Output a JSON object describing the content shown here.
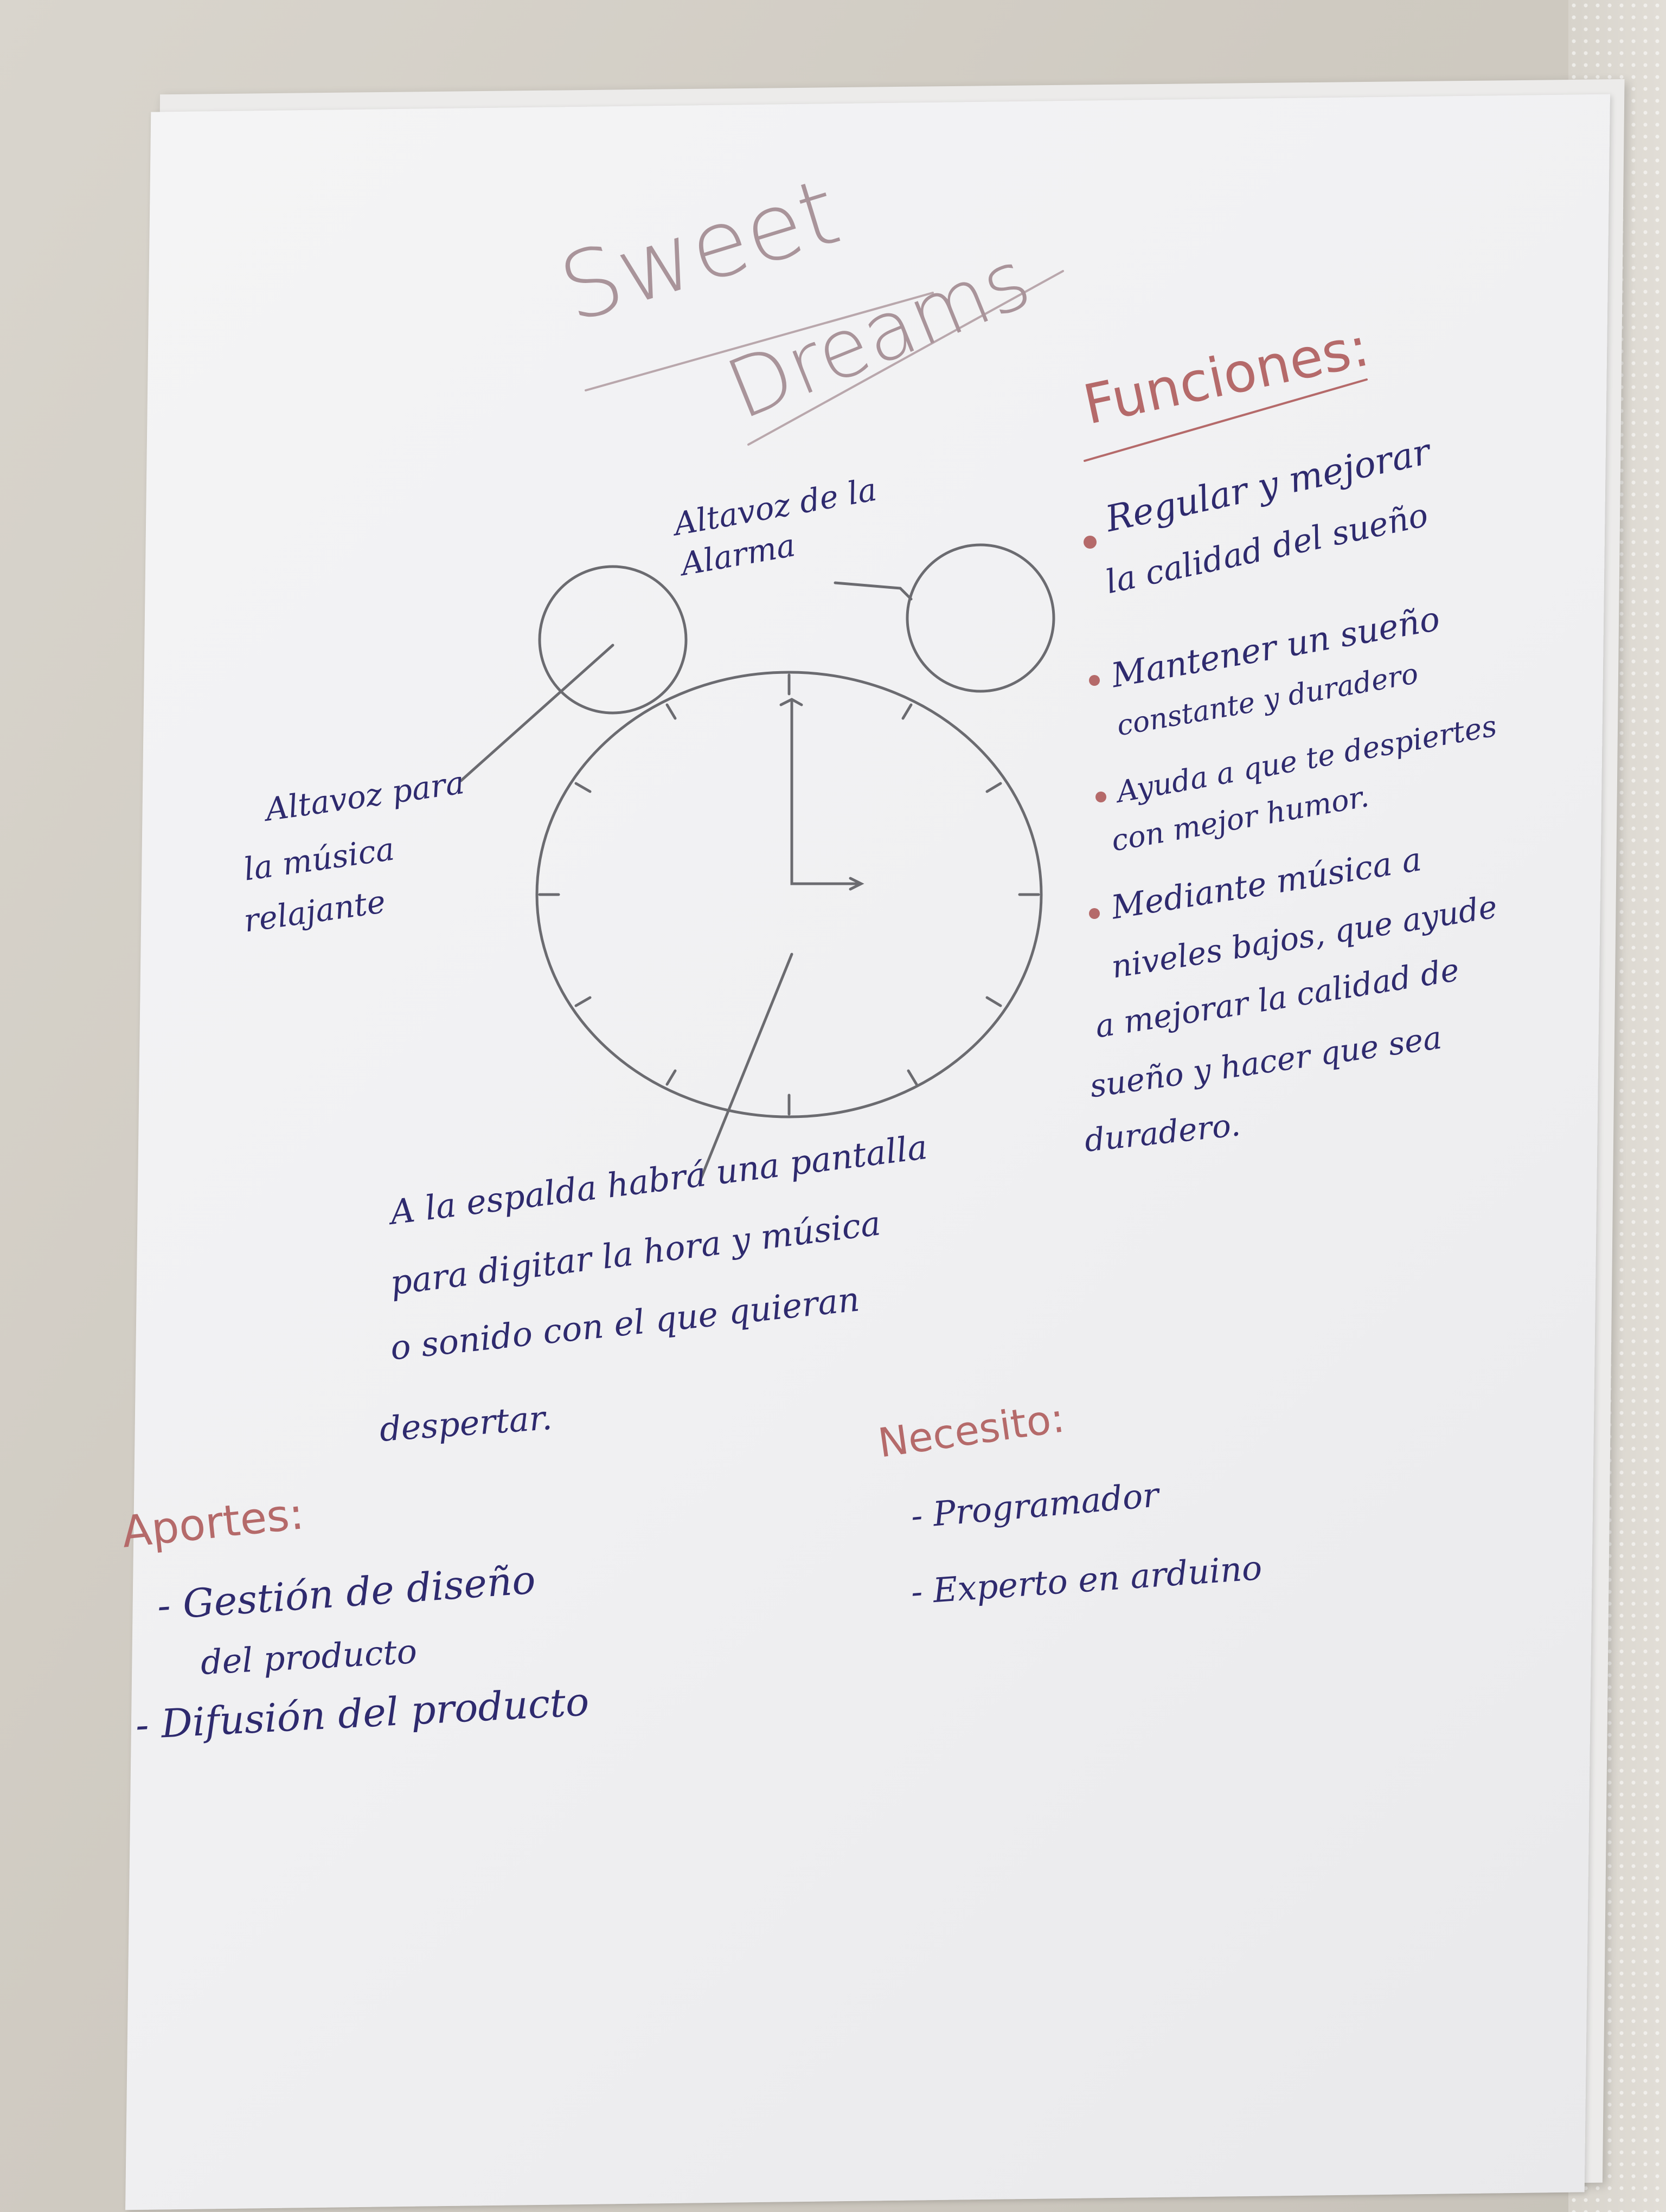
{
  "sheet": {
    "title_line1": "Sweet",
    "title_line2": "Dreams",
    "labels": {
      "alarm_speaker": "Altavoz de la Alarma",
      "music_speaker_line1": "Altavoz para",
      "music_speaker_line2": "la música",
      "music_speaker_line3": "relajante"
    },
    "back_note": [
      "A la espalda habrá una pantalla",
      "para digitar la hora y música",
      "o sonido con el que quieran",
      "despertar."
    ],
    "functions": {
      "heading": "Funciones:",
      "items": [
        [
          "Regular y mejorar",
          "la calidad del sueño"
        ],
        [
          "Mantener un sueño",
          "constante y duradero"
        ],
        [
          "Ayuda a que te despiertes",
          "con mejor humor."
        ],
        [
          "Mediante música a",
          "niveles bajos, que ayude",
          "a mejorar la calidad de",
          "sueño y hacer que sea",
          "duradero."
        ]
      ]
    },
    "needs": {
      "heading": "Necesito:",
      "items": [
        "- Programador",
        "- Experto en arduino"
      ]
    },
    "contributions": {
      "heading": "Aportes:",
      "items": [
        "- Gestión de diseño",
        "del producto",
        "- Difusión del producto"
      ]
    },
    "colors": {
      "ink": "#2e2a6e",
      "title_pencil": "#a9949a",
      "red_ink": "#b56a6a",
      "pencil": "#6b6b70",
      "paper": "#f2f2f4"
    }
  }
}
